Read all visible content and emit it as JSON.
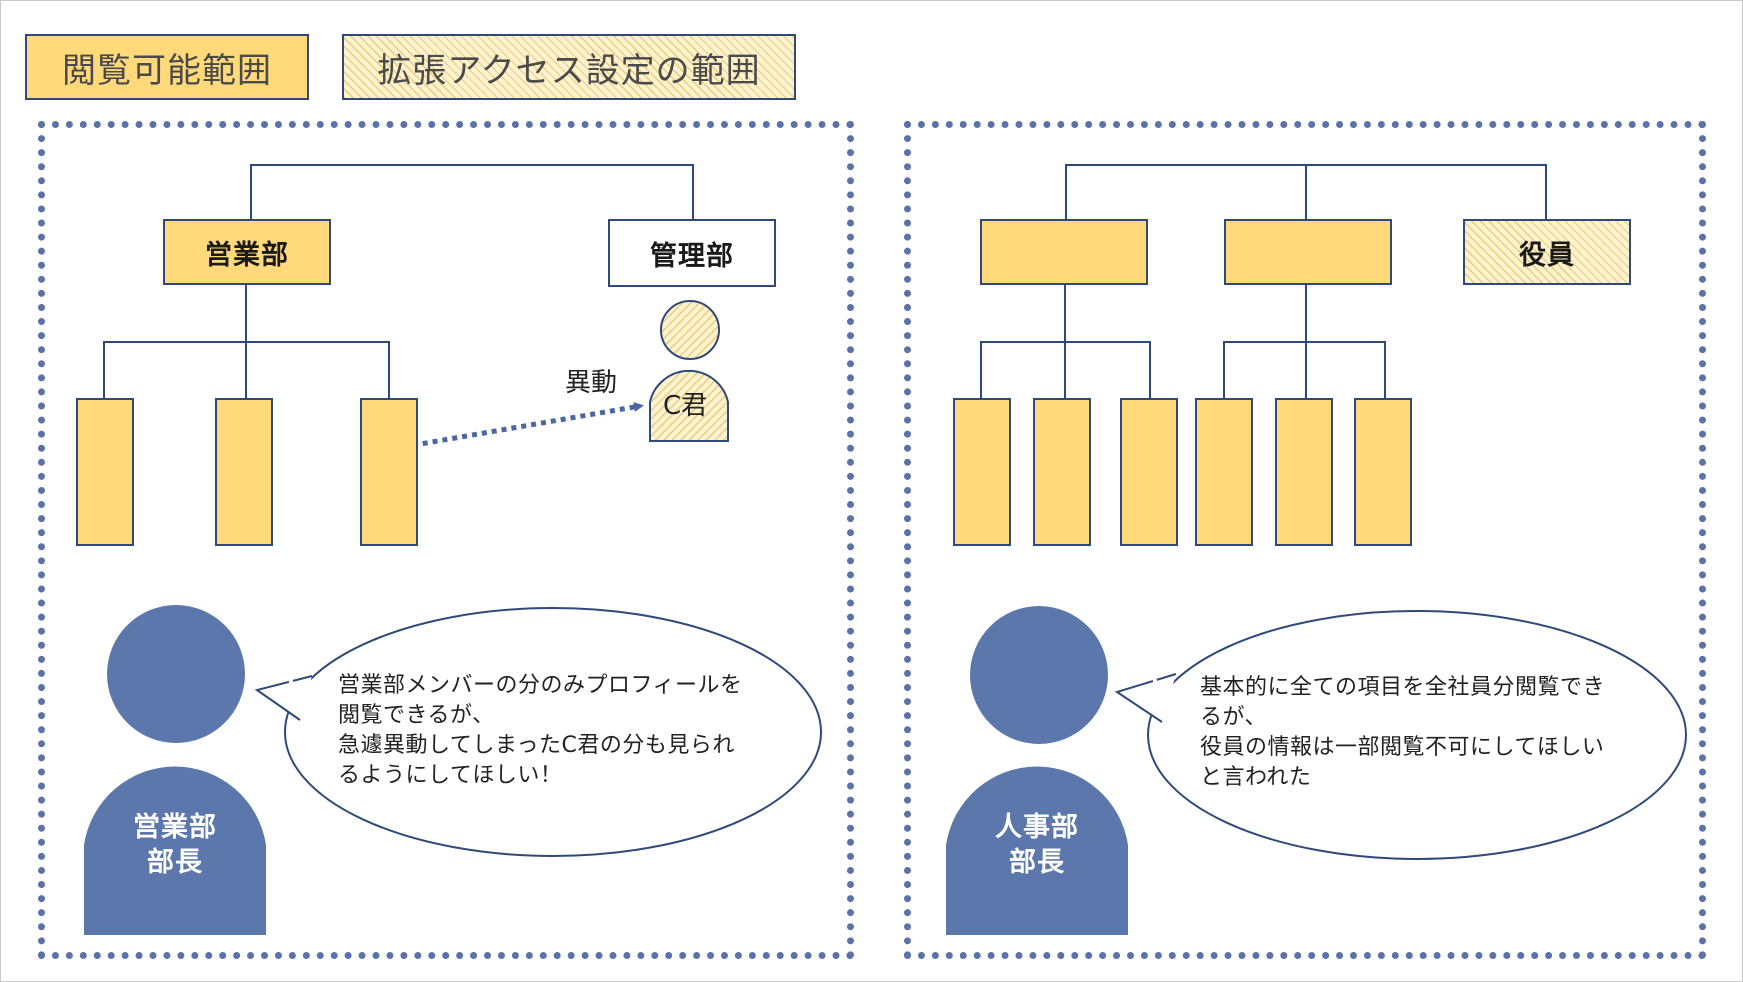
{
  "legend": {
    "viewable_scope": "閲覧可能範囲",
    "extended_access_scope": "拡張アクセス設定の範囲"
  },
  "left_panel": {
    "dept_sales": "営業部",
    "dept_admin": "管理部",
    "transfer_label": "異動",
    "person_c": "C君",
    "manager_line1": "営業部",
    "manager_line2": "部長",
    "speech": {
      "line1": "営業部メンバーの分のみプロフィールを",
      "line2": "閲覧できるが、",
      "line3": "急遽異動してしまったC君の分も見られ",
      "line4": "るようにしてほしい！"
    }
  },
  "right_panel": {
    "dept_executives": "役員",
    "manager_line1": "人事部",
    "manager_line2": "部長",
    "speech": {
      "line1": "基本的に全ての項目を全社員分閲覧でき",
      "line2": "るが、",
      "line3": "役員の情報は一部閲覧不可にしてほしい",
      "line4": "と言われた"
    }
  },
  "colors": {
    "viewable_fill": "#ffd97a",
    "hatch_fill": "#fff3cf",
    "outline": "#2f4a7a",
    "person_fill": "#5b77ac",
    "frame_dots": "#5a72a8"
  }
}
